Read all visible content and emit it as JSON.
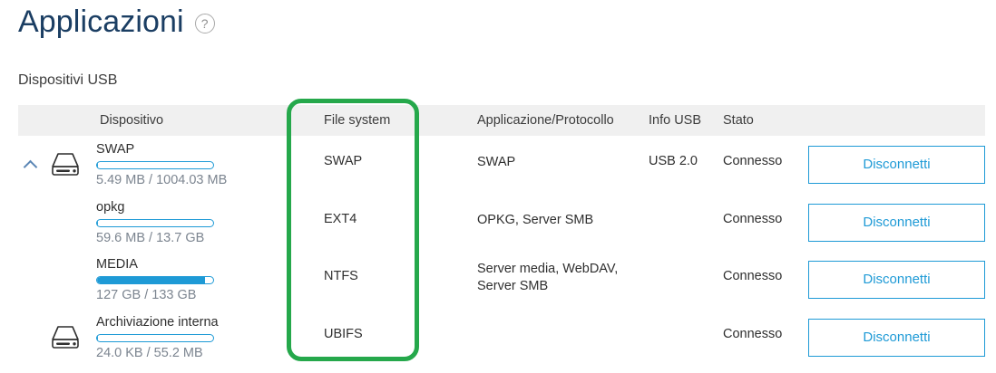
{
  "header": {
    "title": "Applicazioni",
    "help_icon_label": "?",
    "help_icon_name": "question-mark-icon"
  },
  "section": {
    "title": "Dispositivi USB"
  },
  "table": {
    "columns": {
      "device": "Dispositivo",
      "filesystem": "File system",
      "application": "Applicazione/Protocollo",
      "usb_info": "Info USB",
      "status": "Stato"
    },
    "rows": [
      {
        "has_chevron": true,
        "has_drive_icon": true,
        "device_name": "SWAP",
        "usage_text": "5.49 MB / 1004.03 MB",
        "usage_percent": 1,
        "filesystem": "SWAP",
        "application": "SWAP",
        "usb_info": "USB 2.0",
        "status": "Connesso",
        "action_label": "Disconnetti"
      },
      {
        "has_chevron": false,
        "has_drive_icon": false,
        "device_name": "opkg",
        "usage_text": "59.6 MB / 13.7 GB",
        "usage_percent": 1,
        "filesystem": "EXT4",
        "application": "OPKG, Server SMB",
        "usb_info": "",
        "status": "Connesso",
        "action_label": "Disconnetti"
      },
      {
        "has_chevron": false,
        "has_drive_icon": false,
        "device_name": "MEDIA",
        "usage_text": "127 GB / 133 GB",
        "usage_percent": 93,
        "filesystem": "NTFS",
        "application": "Server media, WebDAV, Server SMB",
        "usb_info": "",
        "status": "Connesso",
        "action_label": "Disconnetti"
      },
      {
        "has_chevron": false,
        "has_drive_icon": true,
        "device_name": "Archiviazione interna",
        "usage_text": "24.0 KB / 55.2 MB",
        "usage_percent": 1,
        "filesystem": "UBIFS",
        "application": "",
        "usb_info": "",
        "status": "Connesso",
        "action_label": "Disconnetti"
      }
    ]
  },
  "annotation": {
    "highlight_color": "#25a84b",
    "target_column": "File system"
  },
  "colors": {
    "title": "#1b3e63",
    "accent": "#1e9ad6",
    "header_bg": "#f0f0f0",
    "muted_text": "#7c8590"
  }
}
